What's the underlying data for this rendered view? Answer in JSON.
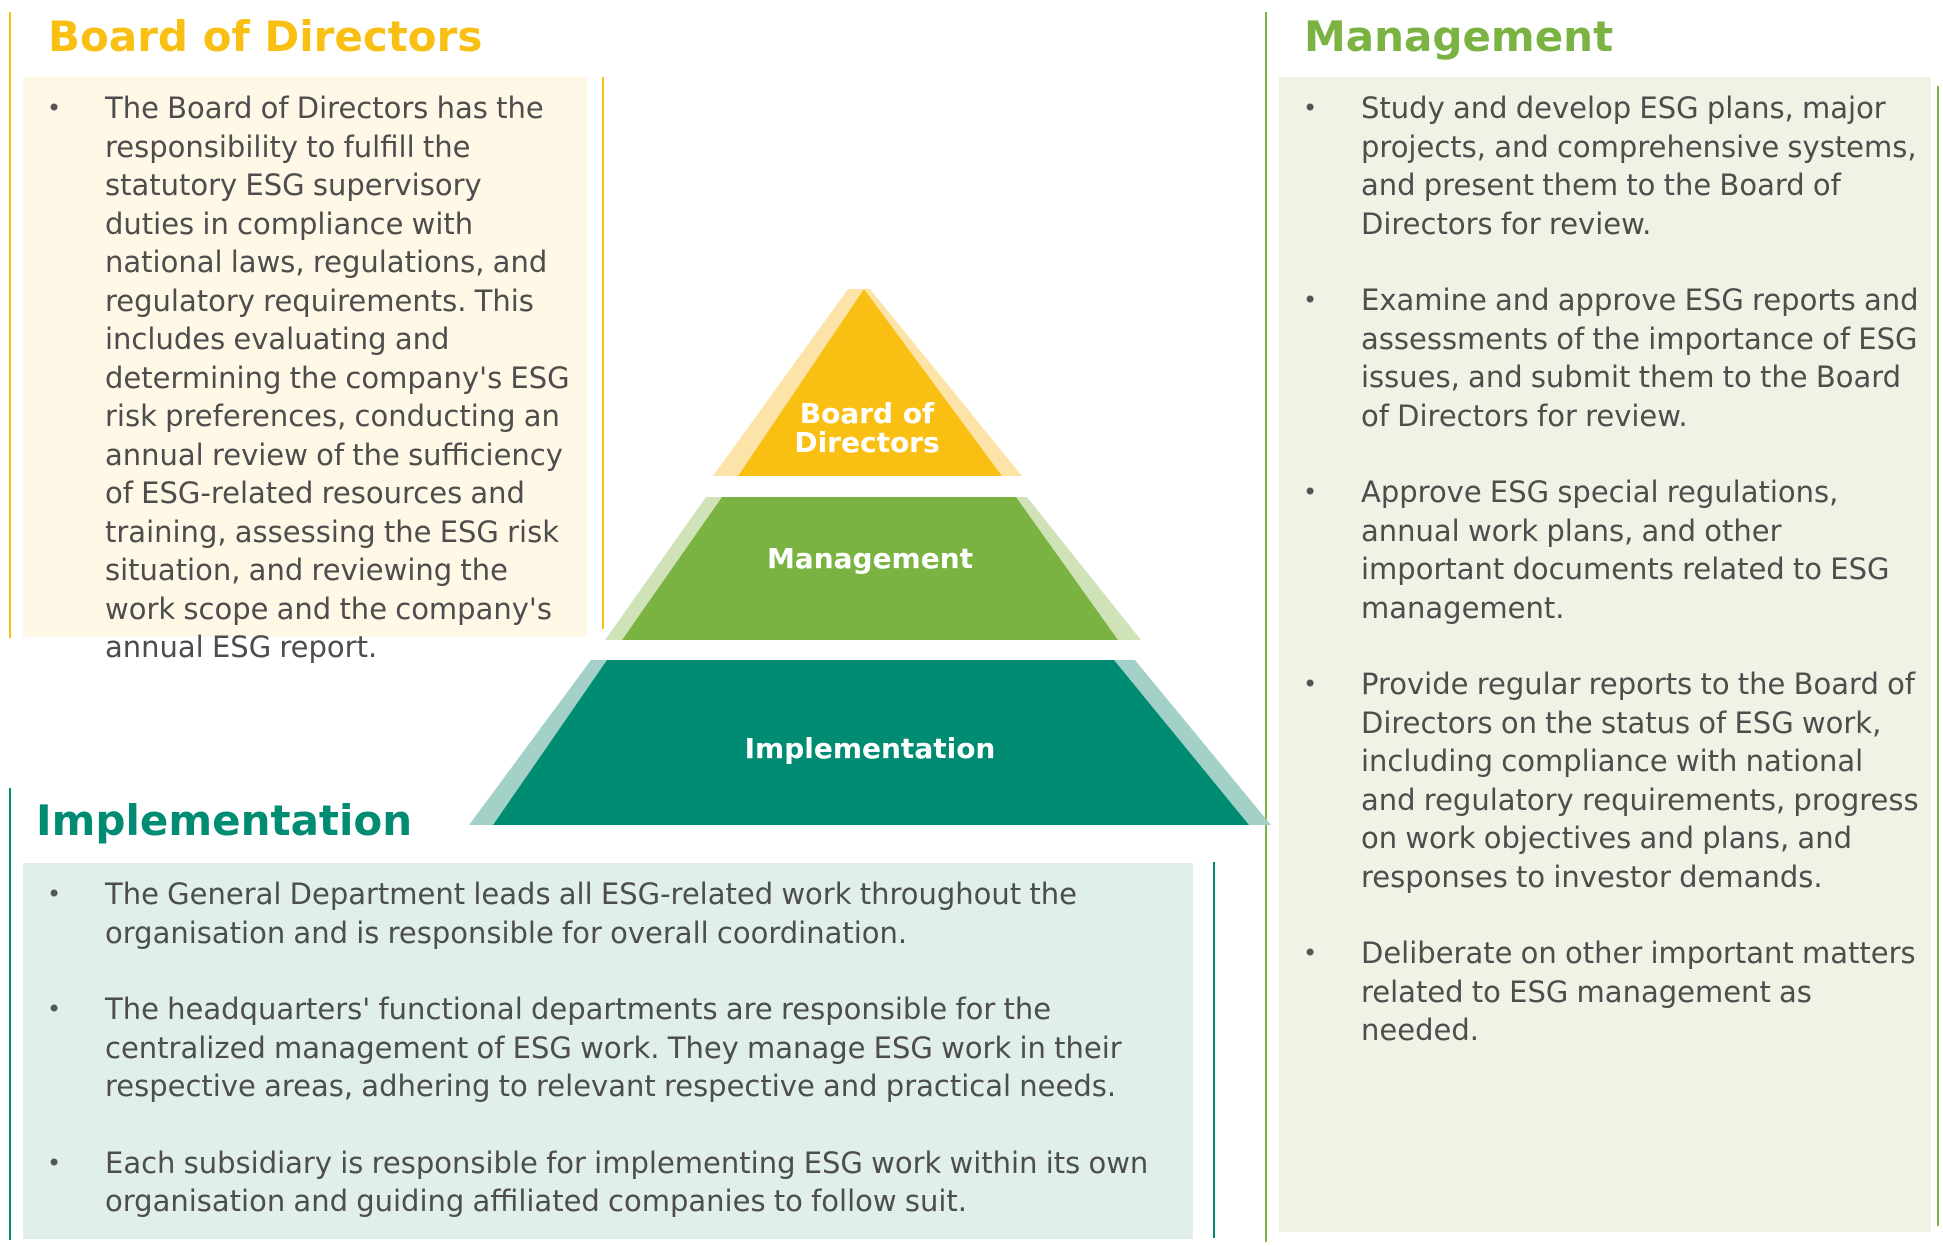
{
  "colors": {
    "board": "#f9bf12",
    "board_light": "#fce4a8",
    "board_bg": "#fff8e7",
    "management": "#7ab342",
    "management_light": "#d0e3b8",
    "management_bg": "#eff3e6",
    "implementation": "#008c72",
    "implementation_light": "#a3d1c8",
    "implementation_bg": "#e0efec",
    "text": "#4d4d4d"
  },
  "board": {
    "title": "Board of Directors",
    "items": [
      "The Board of Directors has the responsibility to fulfill the statutory ESG supervisory duties in compliance with national laws, regulations, and regulatory requirements. This includes evaluating and determining the company's ESG risk preferences, conducting an annual review of the sufficiency of ESG-related resources and training, assessing the ESG risk situation, and reviewing the work scope and the company's annual ESG report."
    ]
  },
  "management": {
    "title": "Management",
    "items": [
      "Study and develop ESG plans, major projects, and comprehensive systems, and present them to the Board of Directors for review.",
      "Examine and approve ESG reports and assessments of the importance of ESG issues, and submit them to the Board of Directors for review.",
      "Approve ESG special regulations, annual work plans, and other important documents related to ESG management.",
      "Provide regular reports to the Board of Directors on the status of ESG work, including compliance with national and regulatory requirements, progress on work objectives and plans, and responses to investor demands.",
      "Deliberate on other important matters related to ESG management as needed."
    ]
  },
  "implementation": {
    "title": "Implementation",
    "items": [
      "The General Department leads all ESG-related work throughout the organisation and is responsible for overall coordination.",
      "The headquarters' functional departments are responsible for the centralized management of ESG work. They manage ESG work in their respective areas, adhering to relevant respective and practical needs.",
      "Each subsidiary is responsible for implementing ESG work within its own organisation and guiding affiliated companies to follow suit."
    ]
  },
  "pyramid": {
    "top_line1": "Board of",
    "top_line2": "Directors",
    "middle": "Management",
    "bottom": "Implementation"
  }
}
